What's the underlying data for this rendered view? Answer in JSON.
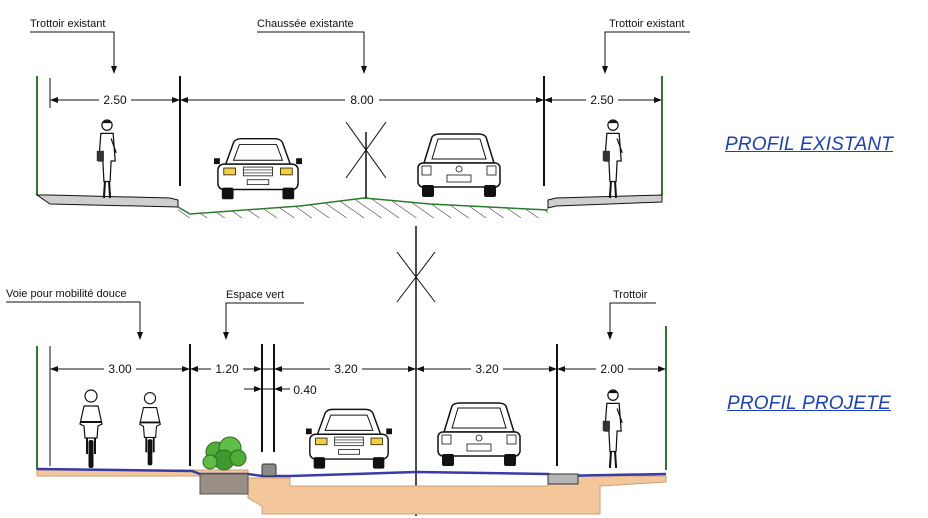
{
  "existing": {
    "title": "PROFIL EXISTANT",
    "labels": {
      "left_sidewalk": "Trottoir existant",
      "roadway": "Chaussée existante",
      "right_sidewalk": "Trottoir existant"
    },
    "dims": {
      "left": "2.50",
      "center": "8.00",
      "right": "2.50"
    }
  },
  "projected": {
    "title": "PROFIL PROJETE",
    "labels": {
      "soft_lane": "Voie pour mobilité douce",
      "green": "Espace vert",
      "sidewalk": "Trottoir"
    },
    "dims": {
      "soft": "3.00",
      "green": "1.20",
      "kerb": "0.40",
      "lane_left": "3.20",
      "lane_right": "3.20",
      "sidewalk": "2.00"
    }
  },
  "colors": {
    "title": "#1a3fbf",
    "road_surface": "#3a3aa8",
    "earth": "#f3c79a",
    "green": "#4fae3a",
    "kerb": "#8a8a8a"
  }
}
